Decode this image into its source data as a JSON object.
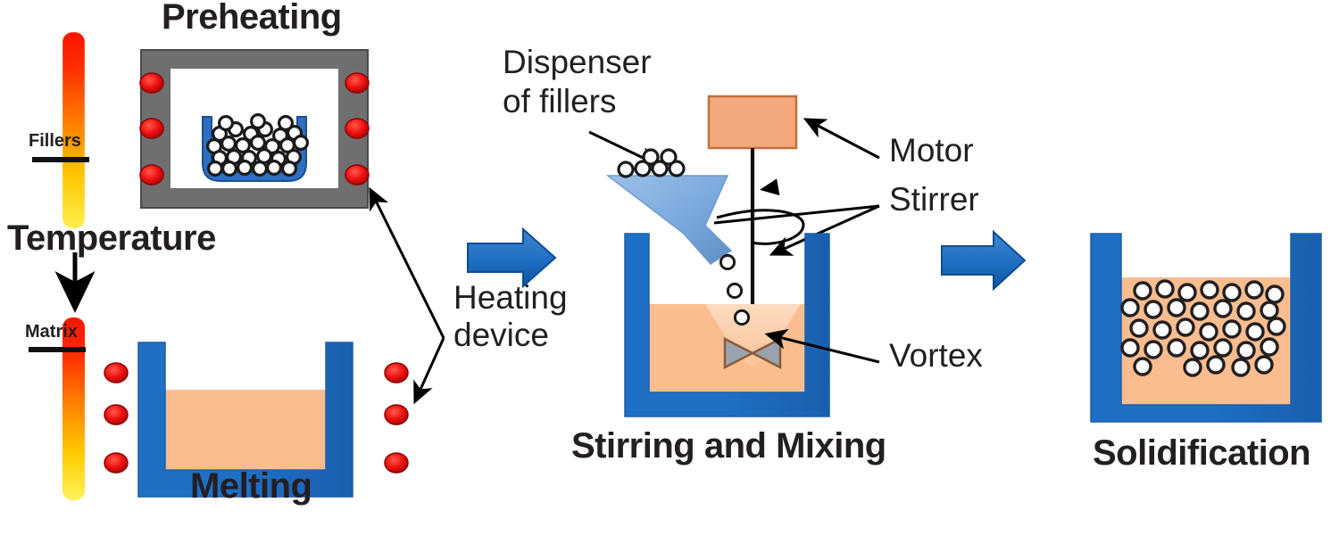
{
  "diagram": {
    "title": "Stir casting process schematic",
    "stages": [
      {
        "id": "preheating",
        "label": "Preheating"
      },
      {
        "id": "melting",
        "label": "Melting"
      },
      {
        "id": "stirring",
        "label": "Stirring and Mixing"
      },
      {
        "id": "solidification",
        "label": "Solidification"
      }
    ],
    "labels": {
      "preheating": "Preheating",
      "melting": "Melting",
      "stirring_and_mixing": "Stirring and Mixing",
      "solidification": "Solidification",
      "fillers": "Fillers",
      "matrix": "Matrix",
      "temperature": "Temperature",
      "heating_device_line1": "Heating",
      "heating_device_line2": "device",
      "dispenser_line1": "Dispenser",
      "dispenser_line2": "of fillers",
      "motor": "Motor",
      "stirrer": "Stirrer",
      "vortex": "Vortex"
    },
    "colors": {
      "background": "#ffffff",
      "text": "#231f20",
      "crucible_blue": "#1f6fc4",
      "crucible_blue_dark": "#1757a0",
      "melt_orange": "#f7b88a",
      "melt_orange_light": "#fbcfae",
      "motor_orange": "#f4a97c",
      "motor_border": "#c2703e",
      "furnace_gray": "#6f6f6f",
      "heater_red": "#ef1c1c",
      "heater_red_dark": "#9e0000",
      "process_arrow_blue": "#1f6fc4",
      "dispenser_blue": "#7aa9dd",
      "dispenser_blue_dark": "#5c8cc4",
      "impeller_gray": "#9aa3ad",
      "impeller_border": "#8a5a3a",
      "temp_hot": "#ff1a00",
      "temp_mid": "#ff8c00",
      "temp_cool": "#ffe800",
      "particle_fill": "#ffffff",
      "particle_stroke": "#231f20",
      "annotation_line": "#000000"
    },
    "temperature_scale": {
      "top_label": "Fillers",
      "bottom_label": "Matrix",
      "axis_label": "Temperature",
      "direction": "hot at top (red) to cool at bottom (yellow)"
    },
    "preheating_stage": {
      "furnace_heater_count": 6,
      "crucible_particle_count": 28,
      "note": "fillers preheated in a crucible inside a furnace"
    },
    "melting_stage": {
      "heater_count": 6,
      "melt_label": "molten matrix"
    },
    "stirring_stage": {
      "dispenser_particle_count": 6,
      "falling_particle_count": 3,
      "impeller": "bowtie impeller",
      "rotation": "clockwise"
    },
    "solidification_stage": {
      "particle_count": 34
    },
    "process_arrows": 2
  }
}
